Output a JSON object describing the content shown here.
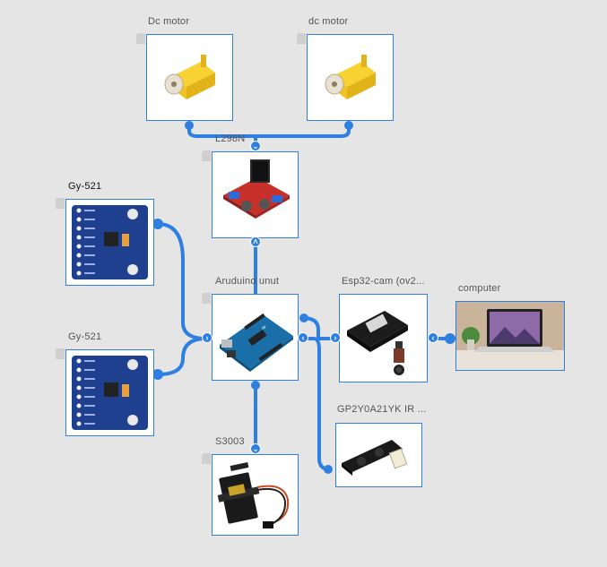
{
  "nodes": {
    "dc_motor_1": {
      "label": "Dc motor"
    },
    "dc_motor_2": {
      "label": "dc motor"
    },
    "l298n": {
      "label": "L298N"
    },
    "gy521_1": {
      "label": "Gy-521"
    },
    "gy521_2": {
      "label": "Gy-521"
    },
    "arduino": {
      "label": "Aruduino unut"
    },
    "esp32": {
      "label": "Esp32-cam (ov2..."
    },
    "computer": {
      "label": "computer"
    },
    "ir_sensor": {
      "label": "GP2Y0A21YK IR ..."
    },
    "servo": {
      "label": "S3003"
    }
  },
  "colors": {
    "wire": "#2f7fe0",
    "background": "#e5e5e5",
    "card_border": "#2f7fe0"
  },
  "icons": {
    "dc_motor": "dc-motor-icon",
    "l298n": "motor-driver-board-icon",
    "gy521": "imu-sensor-board-icon",
    "arduino": "arduino-board-icon",
    "esp32": "camera-module-icon",
    "computer": "laptop-icon",
    "ir_sensor": "ir-distance-sensor-icon",
    "servo": "servo-motor-icon"
  }
}
